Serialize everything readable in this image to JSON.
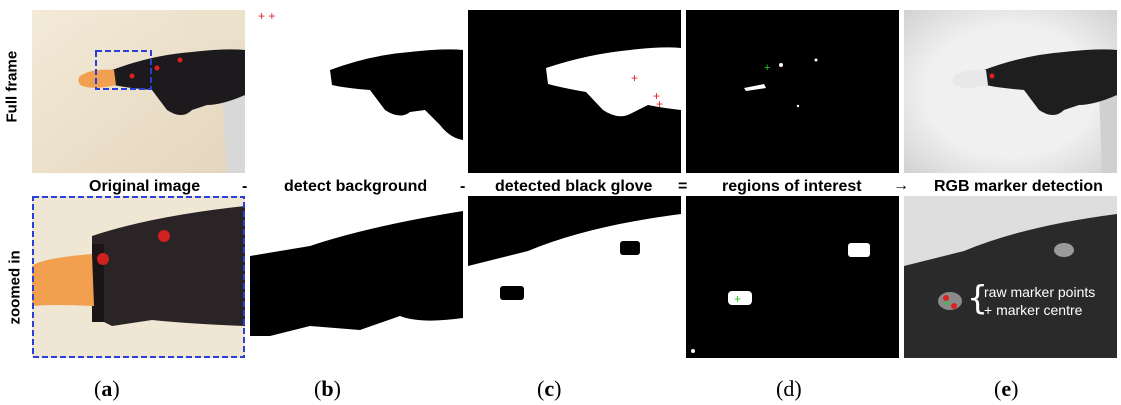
{
  "row_labels": {
    "top": "Full frame",
    "bottom": "zoomed in"
  },
  "column_captions": [
    "Original image",
    "detect background",
    "detected black glove",
    "regions of interest",
    "RGB marker detection"
  ],
  "operators": [
    "-",
    "-",
    "=",
    "→"
  ],
  "subfigure_labels": [
    {
      "open": "(",
      "letter": "a",
      "close": ")"
    },
    {
      "open": "(",
      "letter": "b",
      "close": ")"
    },
    {
      "open": "(",
      "letter": "c",
      "close": ")"
    },
    {
      "open": "(",
      "letter": "d",
      "close": ")"
    },
    {
      "open": "(",
      "letter": "e",
      "close": ")"
    }
  ],
  "annotation": {
    "brace": "{",
    "line1": "raw marker points",
    "line2": "+ marker centre"
  },
  "colors": {
    "zoom_box": "#2a3fd6",
    "marker_red": "#e02020",
    "marker_green": "#22cc22",
    "glove": "#1c1a1c",
    "finger": "#f0a050"
  }
}
